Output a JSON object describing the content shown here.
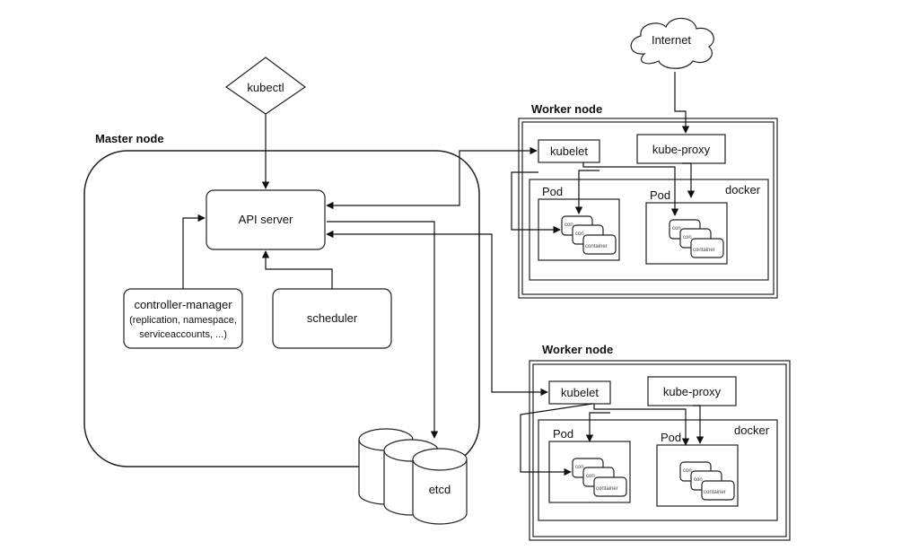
{
  "master": {
    "title": "Master node",
    "kubectl": "kubectl",
    "api_server": "API server",
    "controller_manager": {
      "line1": "controller-manager",
      "line2": "(replication, namespace,",
      "line3": "serviceaccounts, ...)"
    },
    "scheduler": "scheduler",
    "etcd": "etcd"
  },
  "internet": "Internet",
  "workers": [
    {
      "title": "Worker node",
      "kubelet": "kubelet",
      "kube_proxy": "kube-proxy",
      "docker": "docker",
      "pods": [
        {
          "label": "Pod",
          "containers": [
            "con",
            "con",
            "container"
          ]
        },
        {
          "label": "Pod",
          "containers": [
            "con",
            "con",
            "container"
          ]
        }
      ]
    },
    {
      "title": "Worker node",
      "kubelet": "kubelet",
      "kube_proxy": "kube-proxy",
      "docker": "docker",
      "pods": [
        {
          "label": "Pod",
          "containers": [
            "con",
            "con",
            "container"
          ]
        },
        {
          "label": "Pod",
          "containers": [
            "con",
            "con",
            "container"
          ]
        }
      ]
    }
  ]
}
